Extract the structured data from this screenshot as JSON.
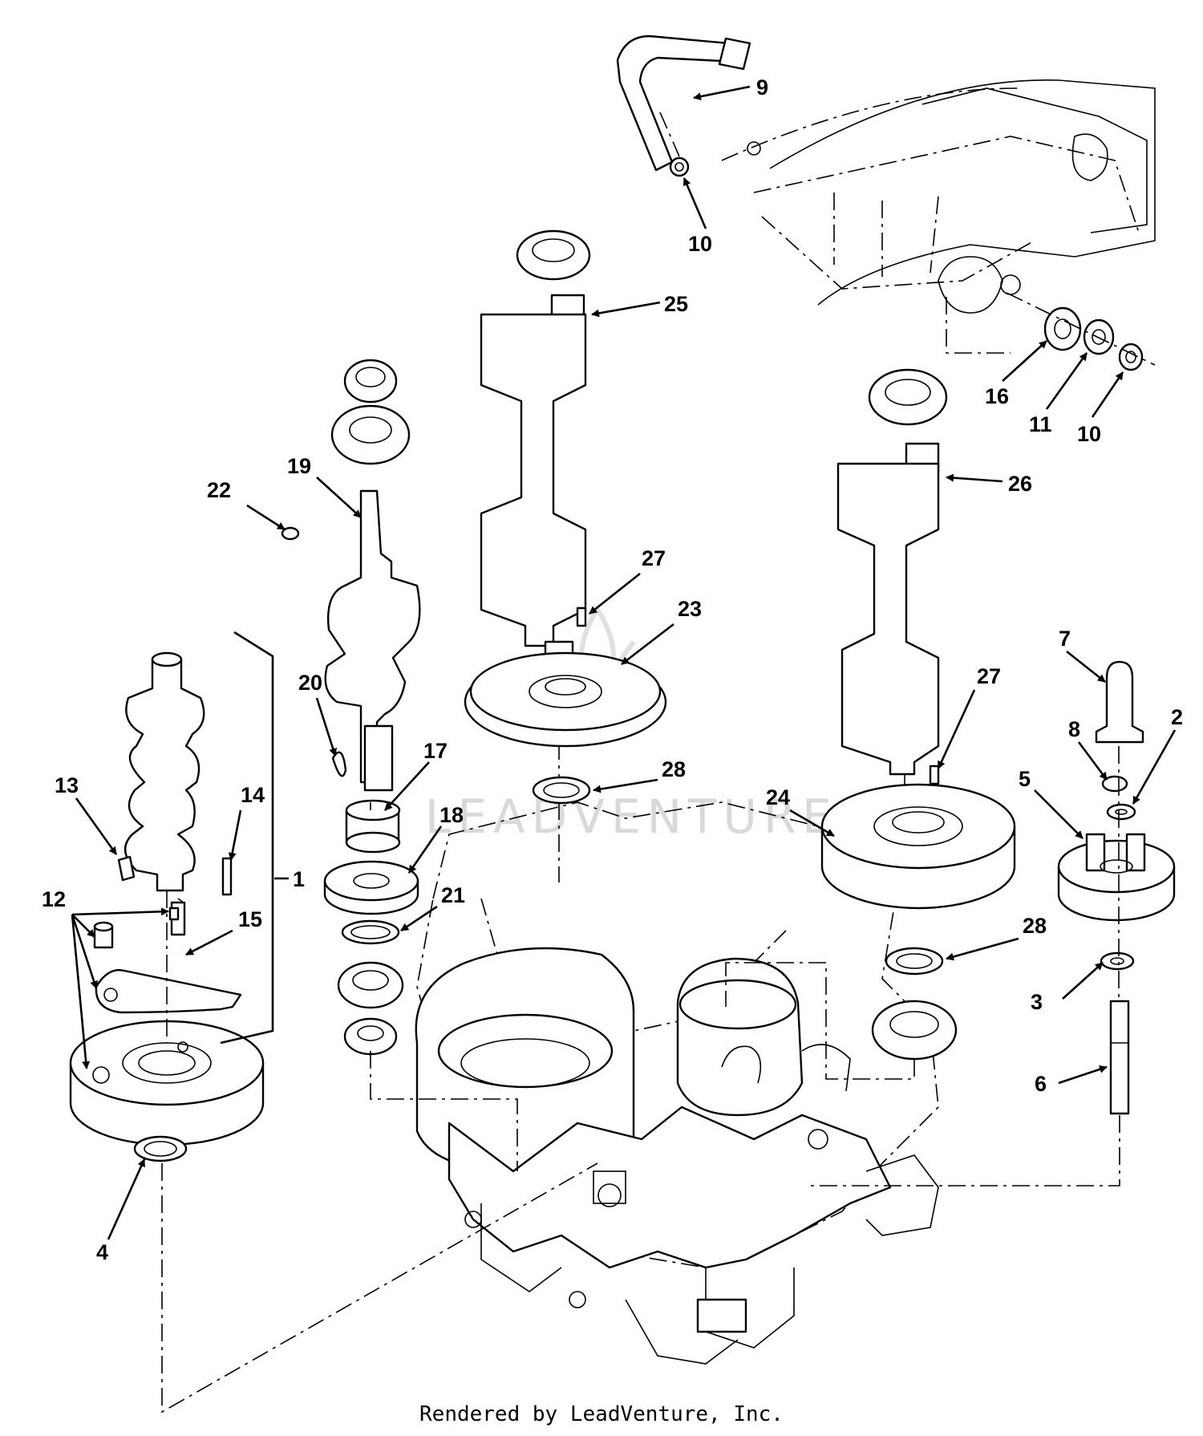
{
  "watermark": "LEADVENTURE",
  "footer": "Rendered by LeadVenture, Inc.",
  "callouts": {
    "c1": "1",
    "c2": "2",
    "c3": "3",
    "c4": "4",
    "c5": "5",
    "c6": "6",
    "c7": "7",
    "c8": "8",
    "c9": "9",
    "c10a": "10",
    "c10b": "10",
    "c11": "11",
    "c12": "12",
    "c13": "13",
    "c14": "14",
    "c15": "15",
    "c16": "16",
    "c17": "17",
    "c18": "18",
    "c19": "19",
    "c20": "20",
    "c21": "21",
    "c22": "22",
    "c23": "23",
    "c24": "24",
    "c25": "25",
    "c26": "26",
    "c27a": "27",
    "c27b": "27",
    "c28a": "28",
    "c28b": "28"
  },
  "colors": {
    "line": "#000000",
    "watermark": "#d9d9d9",
    "background": "#ffffff"
  }
}
